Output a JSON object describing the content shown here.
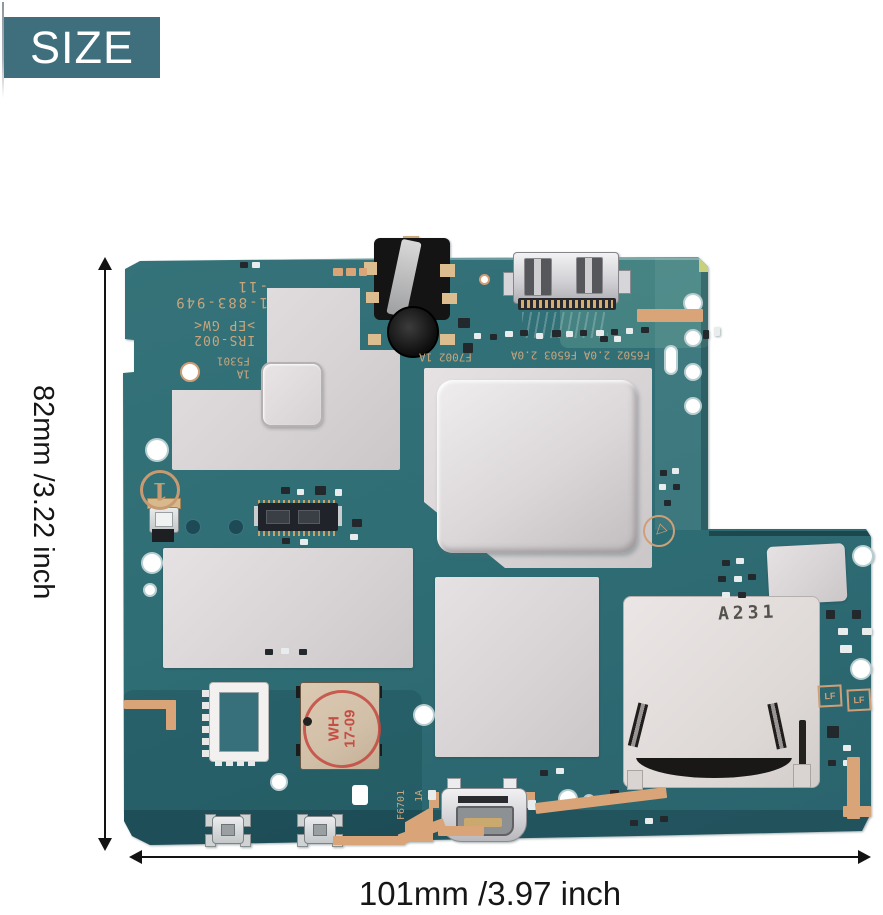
{
  "badge": {
    "label": "SIZE",
    "bg": "#3f6e7d",
    "text_color": "#ffffff"
  },
  "dimensions": {
    "height_label": "82mm /3.22 inch",
    "width_label": "101mm /3.97 inch",
    "arrow_color": "#131313"
  },
  "board": {
    "pcb_color": "#2f6e75",
    "shield_color": "#d8d4d6",
    "copper_color": "#d9a478",
    "silkscreen": {
      "model_block": [
        "1-883-949",
        "-11"
      ],
      "rev_block": [
        "IRS-002",
        ">EP GW<"
      ],
      "fuse_block": [
        "1A",
        "F5301"
      ],
      "f7002": "F7002 1A",
      "f65_row": "F6502 2.0A  F6503 2.0A",
      "f6701": "F6701",
      "f6701b": "1A",
      "circle_mark": "1",
      "triangle_mark": "△",
      "card_stamp": "A231",
      "chip_stamp_line1": "WH",
      "chip_stamp_line2": "17-09",
      "lf_logo": "LF"
    },
    "holes": [
      [
        157,
        450,
        24,
        "white"
      ],
      [
        190,
        372,
        20,
        "copper"
      ],
      [
        152,
        563,
        22,
        "white"
      ],
      [
        150,
        590,
        14,
        "white"
      ],
      [
        693,
        303,
        20,
        "white"
      ],
      [
        693,
        338,
        18,
        "white"
      ],
      [
        693,
        372,
        18,
        "white"
      ],
      [
        693,
        406,
        18,
        "white"
      ],
      [
        863,
        556,
        22,
        "white"
      ],
      [
        861,
        669,
        22,
        "white"
      ],
      [
        279,
        782,
        18,
        "white"
      ],
      [
        568,
        799,
        20,
        "white"
      ],
      [
        589,
        800,
        12,
        "white"
      ],
      [
        424,
        715,
        22,
        "white"
      ],
      [
        193,
        527,
        16,
        "dark"
      ],
      [
        236,
        527,
        16,
        "dark"
      ],
      [
        484,
        279,
        11,
        "copper"
      ]
    ],
    "smd": [
      [
        458,
        318,
        12,
        10,
        "d"
      ],
      [
        474,
        333,
        7,
        6,
        "w"
      ],
      [
        490,
        334,
        7,
        6,
        "d"
      ],
      [
        505,
        331,
        8,
        6,
        "w"
      ],
      [
        520,
        330,
        8,
        6,
        "d"
      ],
      [
        536,
        333,
        7,
        6,
        "w"
      ],
      [
        552,
        330,
        9,
        7,
        "d"
      ],
      [
        566,
        331,
        7,
        6,
        "w"
      ],
      [
        580,
        330,
        7,
        6,
        "d"
      ],
      [
        596,
        330,
        8,
        6,
        "w"
      ],
      [
        611,
        329,
        7,
        6,
        "d"
      ],
      [
        626,
        328,
        7,
        6,
        "w"
      ],
      [
        641,
        327,
        8,
        6,
        "d"
      ],
      [
        703,
        330,
        6,
        9,
        "d"
      ],
      [
        714,
        327,
        6,
        9,
        "w"
      ],
      [
        281,
        487,
        9,
        7,
        "d"
      ],
      [
        297,
        489,
        7,
        6,
        "w"
      ],
      [
        315,
        486,
        11,
        9,
        "d"
      ],
      [
        335,
        489,
        7,
        7,
        "w"
      ],
      [
        352,
        519,
        10,
        8,
        "d"
      ],
      [
        350,
        534,
        8,
        6,
        "w"
      ],
      [
        282,
        538,
        8,
        6,
        "d"
      ],
      [
        300,
        539,
        8,
        6,
        "w"
      ],
      [
        265,
        649,
        8,
        6,
        "d"
      ],
      [
        281,
        648,
        8,
        6,
        "w"
      ],
      [
        299,
        649,
        8,
        6,
        "d"
      ],
      [
        722,
        560,
        8,
        6,
        "d"
      ],
      [
        736,
        558,
        8,
        6,
        "w"
      ],
      [
        718,
        576,
        8,
        6,
        "d"
      ],
      [
        734,
        576,
        8,
        6,
        "w"
      ],
      [
        748,
        574,
        8,
        6,
        "d"
      ],
      [
        722,
        592,
        8,
        6,
        "w"
      ],
      [
        738,
        592,
        8,
        6,
        "d"
      ],
      [
        826,
        610,
        9,
        9,
        "d"
      ],
      [
        852,
        610,
        9,
        9,
        "d"
      ],
      [
        838,
        628,
        10,
        7,
        "w"
      ],
      [
        862,
        628,
        10,
        7,
        "w"
      ],
      [
        840,
        645,
        12,
        8,
        "w"
      ],
      [
        827,
        726,
        12,
        12,
        "d"
      ],
      [
        843,
        745,
        8,
        6,
        "w"
      ],
      [
        828,
        760,
        8,
        6,
        "d"
      ],
      [
        843,
        760,
        8,
        6,
        "w"
      ],
      [
        630,
        820,
        8,
        6,
        "d"
      ],
      [
        645,
        818,
        8,
        6,
        "w"
      ],
      [
        660,
        816,
        8,
        6,
        "d"
      ],
      [
        540,
        770,
        8,
        6,
        "d"
      ],
      [
        556,
        768,
        8,
        6,
        "w"
      ],
      [
        610,
        790,
        9,
        7,
        "d"
      ],
      [
        528,
        800,
        8,
        10,
        "w"
      ],
      [
        428,
        790,
        8,
        10,
        "w"
      ],
      [
        240,
        262,
        8,
        6,
        "d"
      ],
      [
        252,
        262,
        8,
        6,
        "w"
      ],
      [
        600,
        336,
        8,
        6,
        "d"
      ],
      [
        614,
        336,
        7,
        6,
        "w"
      ],
      [
        660,
        470,
        7,
        6,
        "d"
      ],
      [
        672,
        468,
        7,
        6,
        "w"
      ],
      [
        659,
        484,
        7,
        6,
        "w"
      ],
      [
        673,
        484,
        7,
        6,
        "d"
      ],
      [
        664,
        500,
        7,
        6,
        "d"
      ],
      [
        463,
        343,
        10,
        10,
        "d"
      ]
    ],
    "copper": [
      [
        333,
        268,
        10,
        8,
        0
      ],
      [
        346,
        268,
        10,
        8,
        0
      ],
      [
        359,
        268,
        8,
        8,
        0
      ],
      [
        637,
        309,
        66,
        13,
        0
      ],
      [
        124,
        700,
        52,
        9,
        0
      ],
      [
        166,
        700,
        10,
        30,
        0
      ],
      [
        333,
        836,
        72,
        9,
        0
      ],
      [
        398,
        826,
        48,
        11,
        -20
      ],
      [
        438,
        826,
        46,
        10,
        0
      ],
      [
        535,
        795,
        132,
        11,
        -7
      ],
      [
        847,
        757,
        13,
        62,
        0
      ],
      [
        843,
        806,
        28,
        11,
        0
      ]
    ]
  }
}
